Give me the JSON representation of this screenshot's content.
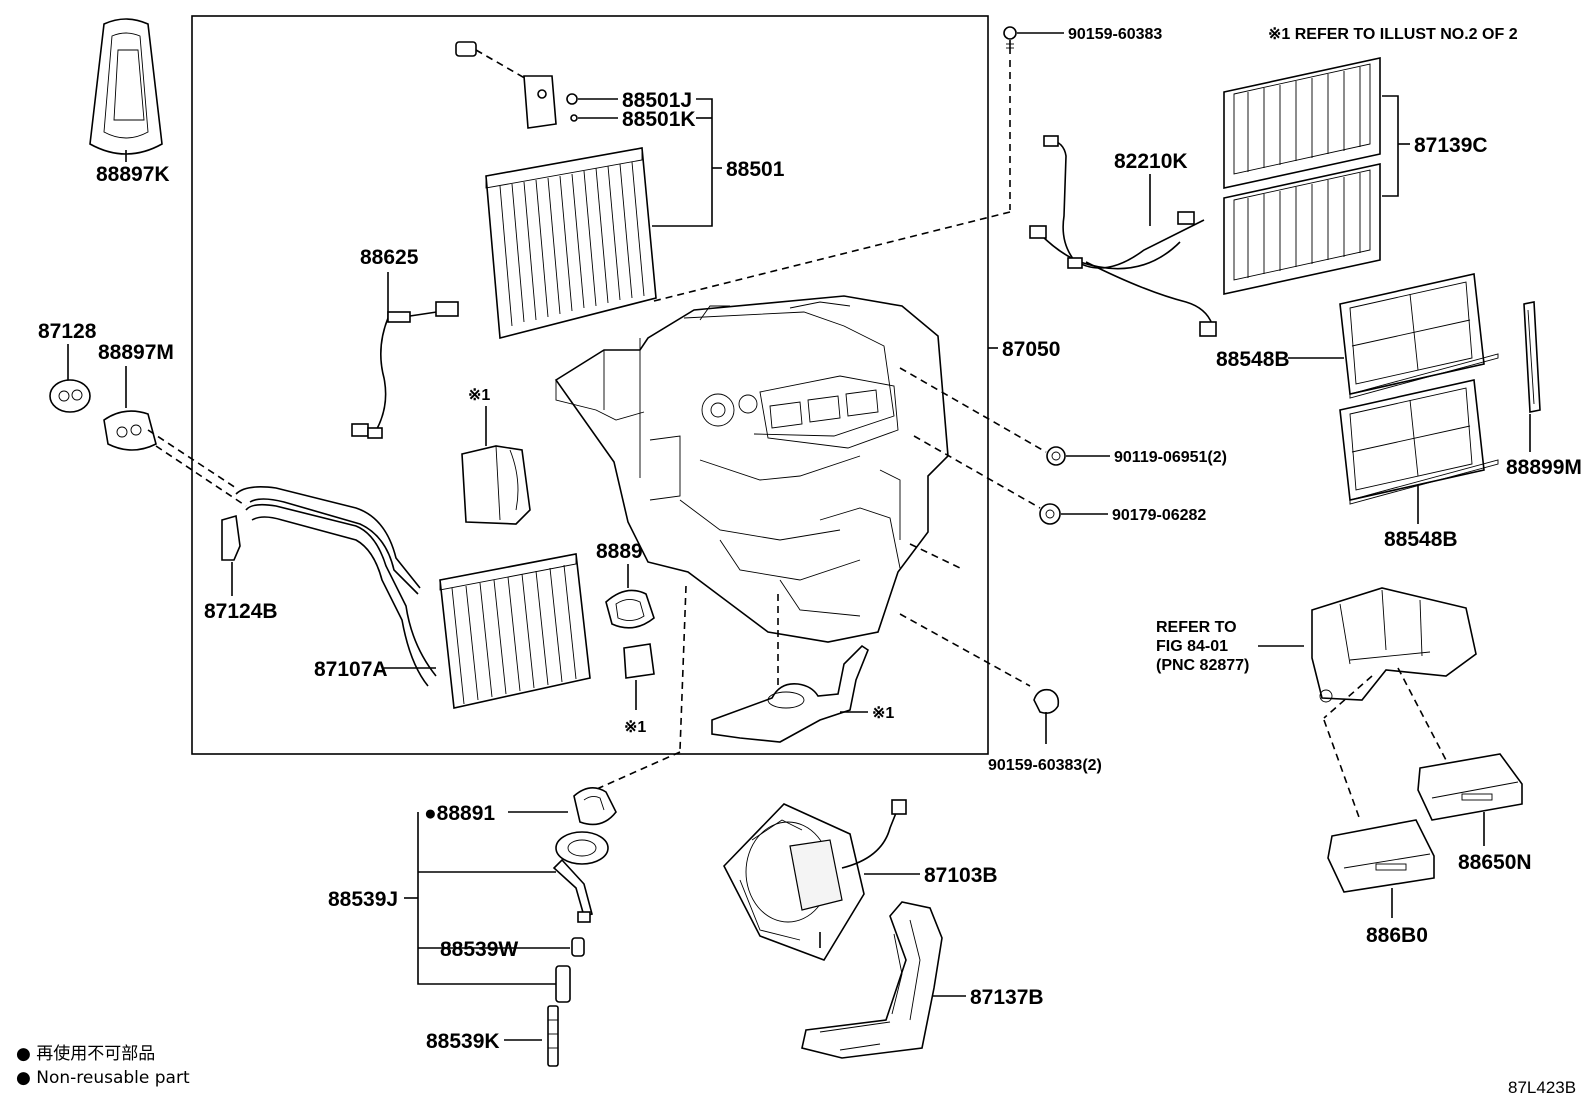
{
  "header_note": "※1 REFER TO ILLUST NO.2 OF 2",
  "parts": {
    "p88897K": "88897K",
    "p88501J": "88501J",
    "p88501K": "88501K",
    "p88501": "88501",
    "p88625": "88625",
    "p87128": "87128",
    "p88897M": "88897M",
    "mark1a": "※1",
    "mark1b": "※1",
    "mark1c": "※1",
    "p87124B": "87124B",
    "p88899L": "88899L",
    "p87107A": "87107A",
    "p87050": "87050",
    "p90159_60383": "90159-60383",
    "p90119_06951": "90119-06951(2)",
    "p90179_06282": "90179-06282",
    "p90159_60383_2": "90159-60383(2)",
    "p82210K": "82210K",
    "p87139C": "87139C",
    "p88548B_a": "88548B",
    "p88548B_b": "88548B",
    "p88899M": "88899M",
    "p88891": "●88891",
    "p88539J": "88539J",
    "p88539W": "88539W",
    "p88539K": "88539K",
    "p87103B": "87103B",
    "p87137B": "87137B",
    "p88650N": "88650N",
    "p886B0": "886B0"
  },
  "refer": {
    "line1": "REFER TO",
    "line2": "FIG 84-01",
    "line3": "(PNC 82877)"
  },
  "legend": {
    "jp": "● 再使用不可部品",
    "en": "● Non-reusable part"
  },
  "code": "87L423B"
}
